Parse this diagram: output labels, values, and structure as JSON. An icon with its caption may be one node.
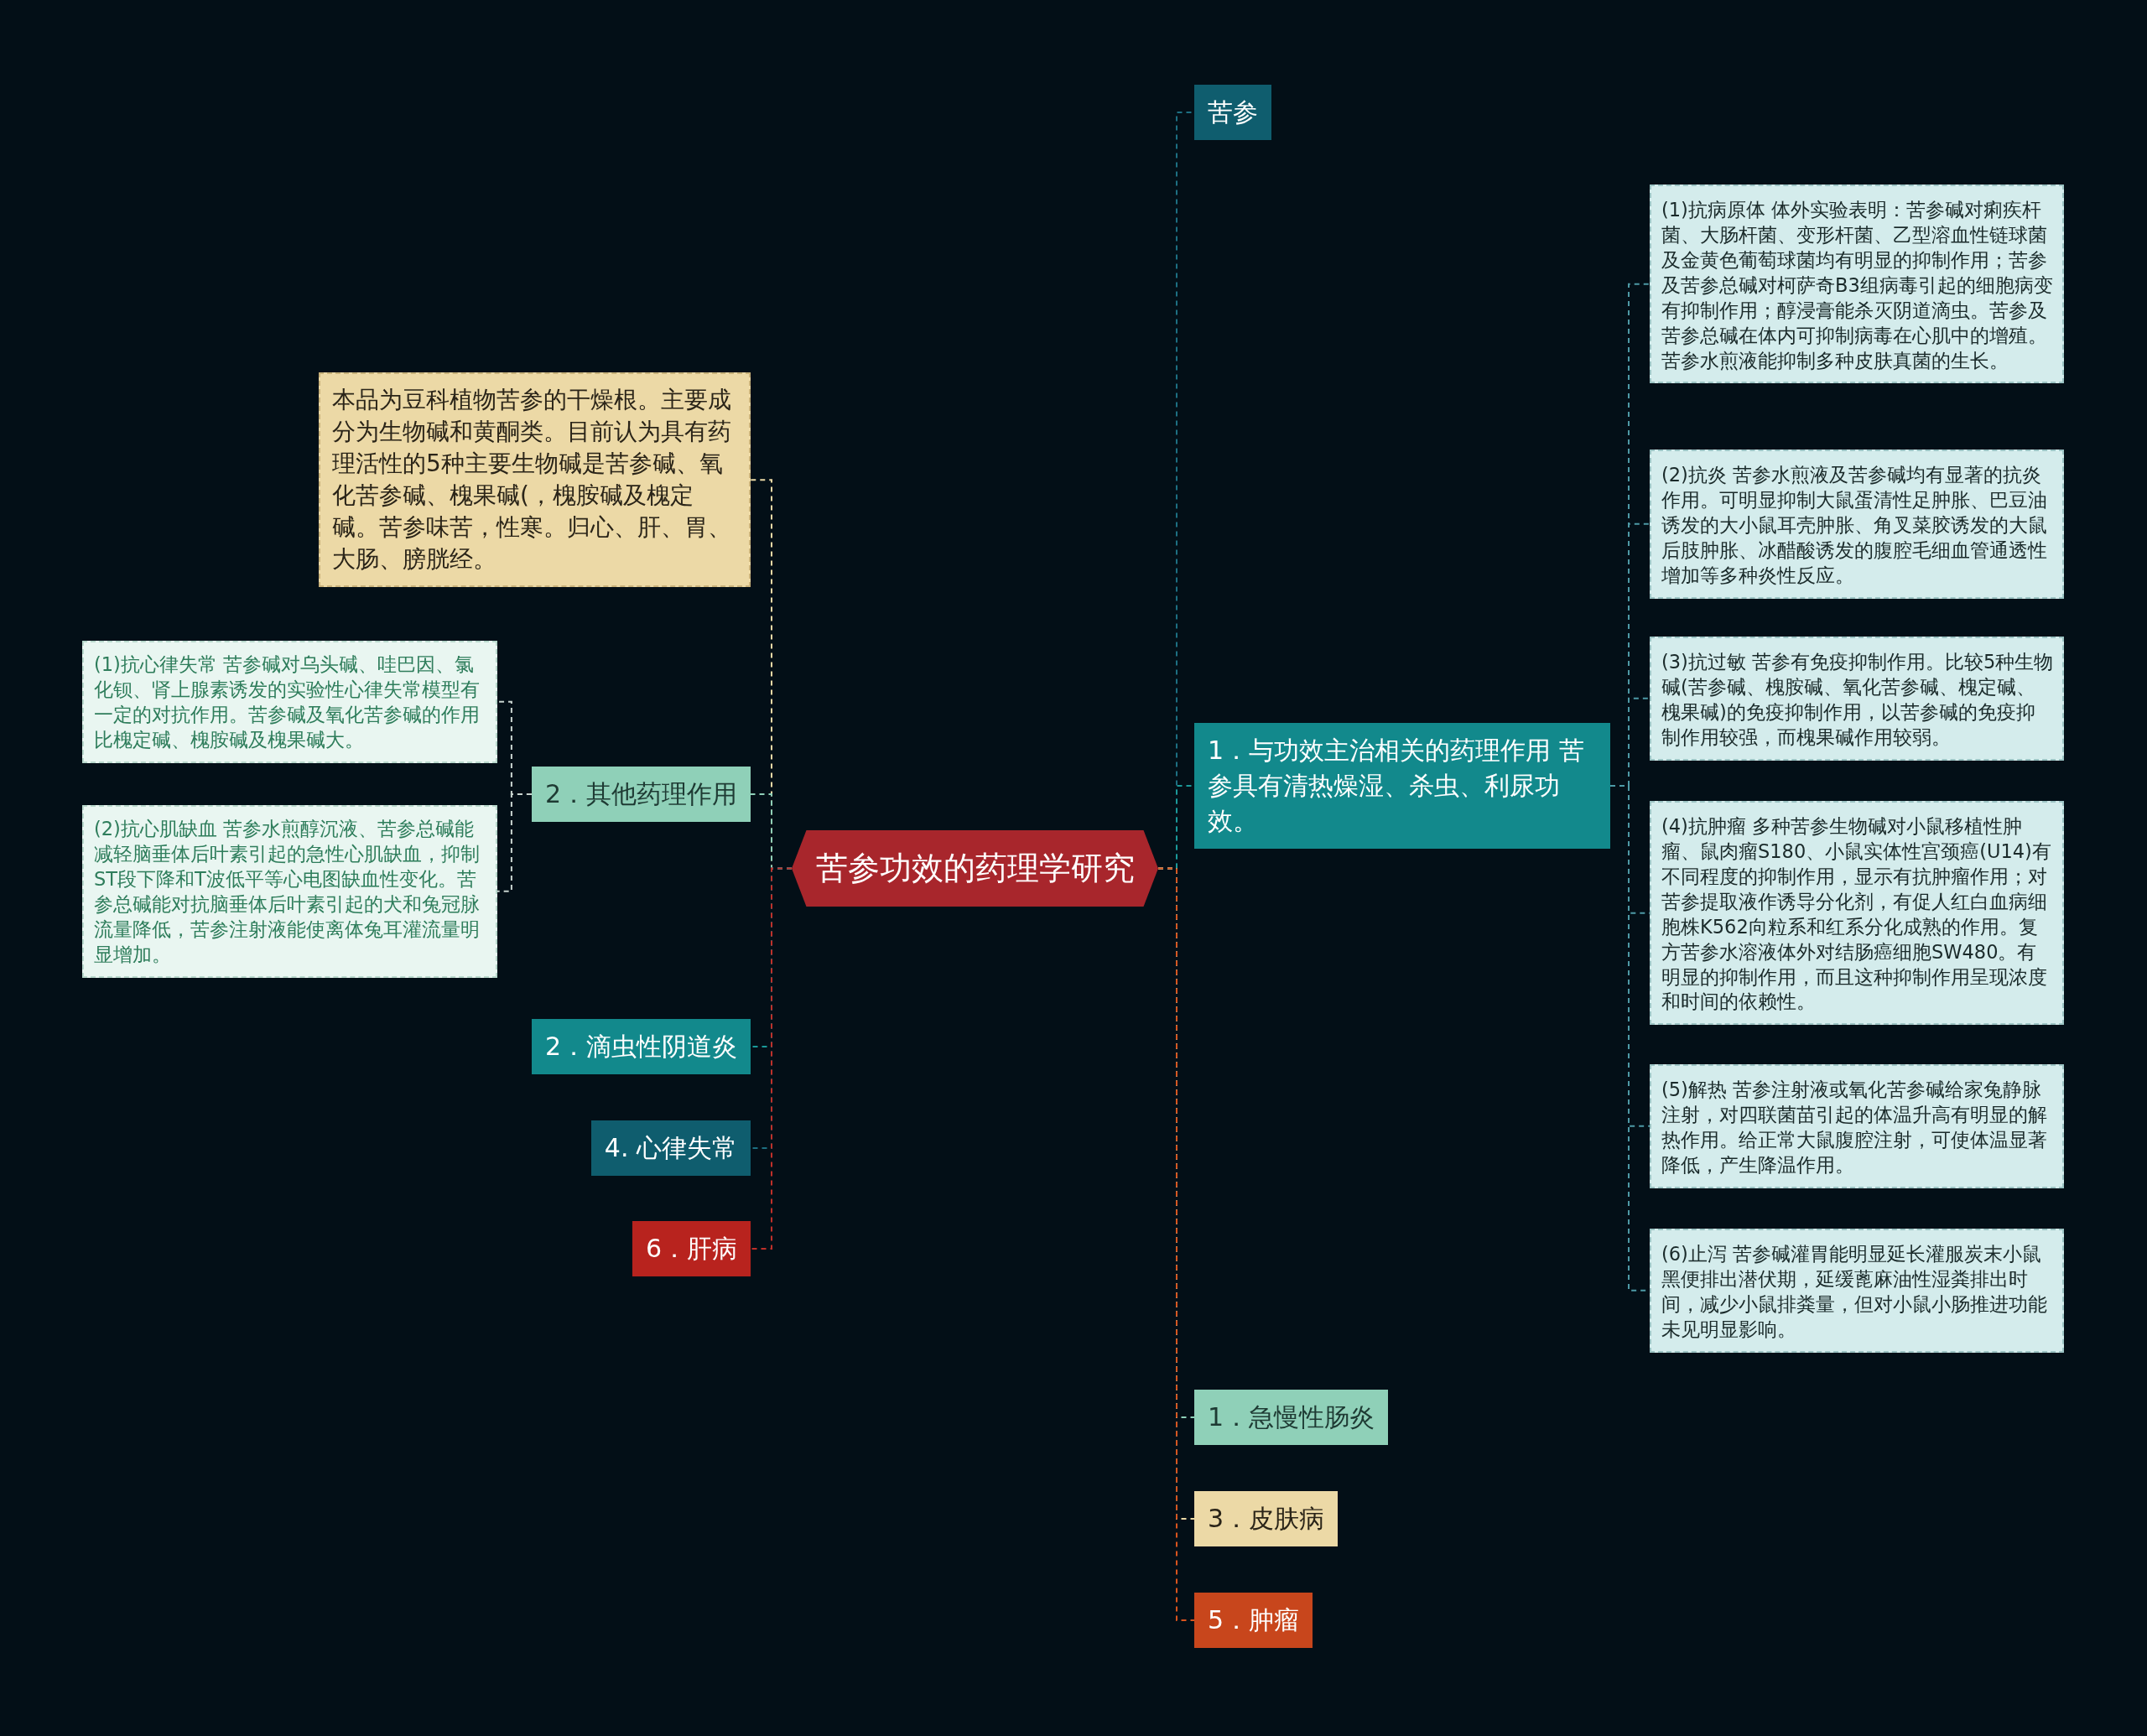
{
  "diagram": {
    "nodes": [
      {
        "text": [
          "苦参功效的药理学研究"
        ]
      },
      {
        "text": [
          "苦参"
        ]
      },
      {
        "text": [
          "1．与功效主治相关的药理作用 苦参具有清热燥湿、杀虫、利尿功效。"
        ]
      },
      {
        "text": [
          "(1)抗病原体 体外实验表明：苦参碱对痢疾杆菌、大肠杆菌、变形杆菌、乙型溶血性链球菌及金黄色葡萄球菌均有明显的抑制作用；苦参及苦参总碱对柯萨奇B3组病毒引起的细胞病变有抑制作用；醇浸膏能杀灭阴道滴虫。苦参及苦参总碱在体内可抑制病毒在心肌中的增殖。苦参水煎液能抑制多种皮肤真菌的生长。"
        ]
      },
      {
        "text": [
          "(2)抗炎 苦参水煎液及苦参碱均有显著的抗炎作用。可明显抑制大鼠蛋清性足肿胀、巴豆油诱发的大小鼠耳壳肿胀、角叉菜胶诱发的大鼠后肢肿胀、冰醋酸诱发的腹腔毛细血管通透性增加等多种炎性反应。"
        ]
      },
      {
        "text": [
          "(3)抗过敏 苦参有免疫抑制作用。比较5种生物碱(苦参碱、槐胺碱、氧化苦参碱、槐定碱、槐果碱)的免疫抑制作用，以苦参碱的免疫抑制作用较强，而槐果碱作用较弱。"
        ]
      },
      {
        "text": [
          "(4)抗肿瘤 多种苦参生物碱对小鼠移植性肿瘤、鼠肉瘤S180、小鼠实体性宫颈癌(U14)有不同程度的抑制作用，显示有抗肿瘤作用；对苦参提取液作诱导分化剂，有促人红白血病细胞株K562向粒系和红系分化成熟的作用。复方苦参水溶液体外对结肠癌细胞SW480。有明显的抑制作用，而且这种抑制作用呈现浓度和时间的依赖性。"
        ]
      },
      {
        "text": [
          "(5)解热 苦参注射液或氧化苦参碱给家兔静脉注射，对四联菌苗引起的体温升高有明显的解热作用。给正常大鼠腹腔注射，可使体温显著降低，产生降温作用。"
        ]
      },
      {
        "text": [
          "(6)止泻 苦参碱灌胃能明显延长灌服炭末小鼠黑便排出潜伏期，延缓蓖麻油性湿粪排出时间，减少小鼠排粪量，但对小鼠小肠推进功能未见明显影响。"
        ]
      },
      {
        "text": [
          "1．急慢性肠炎"
        ]
      },
      {
        "text": [
          "3．皮肤病"
        ]
      },
      {
        "text": [
          "5．肿瘤"
        ]
      },
      {
        "text": [
          "本品为豆科植物苦参的干燥根。主要成分为生物碱和黄酮类。目前认为具有药理活性的5种主要生物碱是苦参碱、氧化苦参碱、槐果碱(，槐胺碱及槐定碱。苦参味苦，性寒。归心、肝、胃、大肠、膀胱经。"
        ]
      },
      {
        "text": [
          "2．其他药理作用"
        ]
      },
      {
        "text": [
          "(1)抗心律失常 苦参碱对乌头碱、哇巴因、氯化钡、肾上腺素诱发的实验性心律失常模型有一定的对抗作用。苦参碱及氧化苦参碱的作用比槐定碱、槐胺碱及槐果碱大。"
        ]
      },
      {
        "text": [
          "(2)抗心肌缺血 苦参水煎醇沉液、苦参总碱能减轻脑垂体后叶素引起的急性心肌缺血，抑制ST段下降和T波低平等心电图缺血性变化。苦参总碱能对抗脑垂体后叶素引起的犬和兔冠脉流量降低，苦参注射液能使离体兔耳灌流量明显增加。"
        ]
      },
      {
        "text": [
          "2．滴虫性阴道炎"
        ]
      },
      {
        "text": [
          "4. 心律失常"
        ]
      },
      {
        "text": [
          "6．肝病"
        ]
      }
    ],
    "edges": [
      {
        "from": 0,
        "to": 1,
        "arrow": "none",
        "style": "dashed",
        "color": "#1d6f82"
      },
      {
        "from": 0,
        "to": 2,
        "arrow": "none",
        "style": "dashed",
        "color": "#1b9a9a"
      },
      {
        "from": 2,
        "to": 3,
        "arrow": "none",
        "style": "dashed",
        "color": "#4e9aa6"
      },
      {
        "from": 2,
        "to": 4,
        "arrow": "none",
        "style": "dashed",
        "color": "#4e9aa6"
      },
      {
        "from": 2,
        "to": 5,
        "arrow": "none",
        "style": "dashed",
        "color": "#4e9aa6"
      },
      {
        "from": 2,
        "to": 6,
        "arrow": "none",
        "style": "dashed",
        "color": "#4e9aa6"
      },
      {
        "from": 2,
        "to": 7,
        "arrow": "none",
        "style": "dashed",
        "color": "#4e9aa6"
      },
      {
        "from": 2,
        "to": 8,
        "arrow": "none",
        "style": "dashed",
        "color": "#4e9aa6"
      },
      {
        "from": 0,
        "to": 9,
        "arrow": "none",
        "style": "dashed",
        "color": "#8fd0b8"
      },
      {
        "from": 0,
        "to": 10,
        "arrow": "none",
        "style": "dashed",
        "color": "#ecd9a6"
      },
      {
        "from": 0,
        "to": 11,
        "arrow": "none",
        "style": "dashed",
        "color": "#d9541e"
      },
      {
        "from": 0,
        "to": 12,
        "arrow": "none",
        "style": "dashed",
        "color": "#ecd9a6"
      },
      {
        "from": 0,
        "to": 13,
        "arrow": "none",
        "style": "dashed",
        "color": "#8fd0b8"
      },
      {
        "from": 13,
        "to": 14,
        "arrow": "none",
        "style": "dashed",
        "color": "#c8d4cf"
      },
      {
        "from": 13,
        "to": 15,
        "arrow": "none",
        "style": "dashed",
        "color": "#c8d4cf"
      },
      {
        "from": 0,
        "to": 16,
        "arrow": "none",
        "style": "dashed",
        "color": "#1b9a9a"
      },
      {
        "from": 0,
        "to": 17,
        "arrow": "none",
        "style": "dashed",
        "color": "#1d6f82"
      },
      {
        "from": 0,
        "to": 18,
        "arrow": "none",
        "style": "dashed",
        "color": "#c0302a"
      }
    ]
  }
}
